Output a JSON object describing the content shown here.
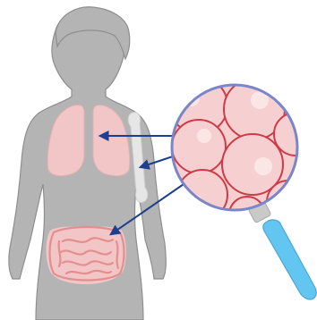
{
  "figure": {
    "subject": "female-body-silhouette",
    "highlighted_organs": [
      "lungs",
      "humerus-bone",
      "intestines"
    ],
    "magnified_view": "cell-tissue",
    "tool_icon": "magnifying-glass-icon"
  },
  "colors": {
    "body": "#b4b4b4",
    "body_outline": "#8e8e8e",
    "organ_fill": "#f2c6c6",
    "intestine_stroke": "#e48f8f",
    "bone": "#e6e6e6",
    "cell_fill": "#f6d0d0",
    "cell_membrane": "#cf3a48",
    "cell_nucleus": "#fbe6e6",
    "lens_rim": "#7a86c7",
    "arrow": "#1e3f8f",
    "handle": "#62c6f0",
    "handle_outline": "#4aa6d6",
    "collar": "#c9c9c9"
  }
}
